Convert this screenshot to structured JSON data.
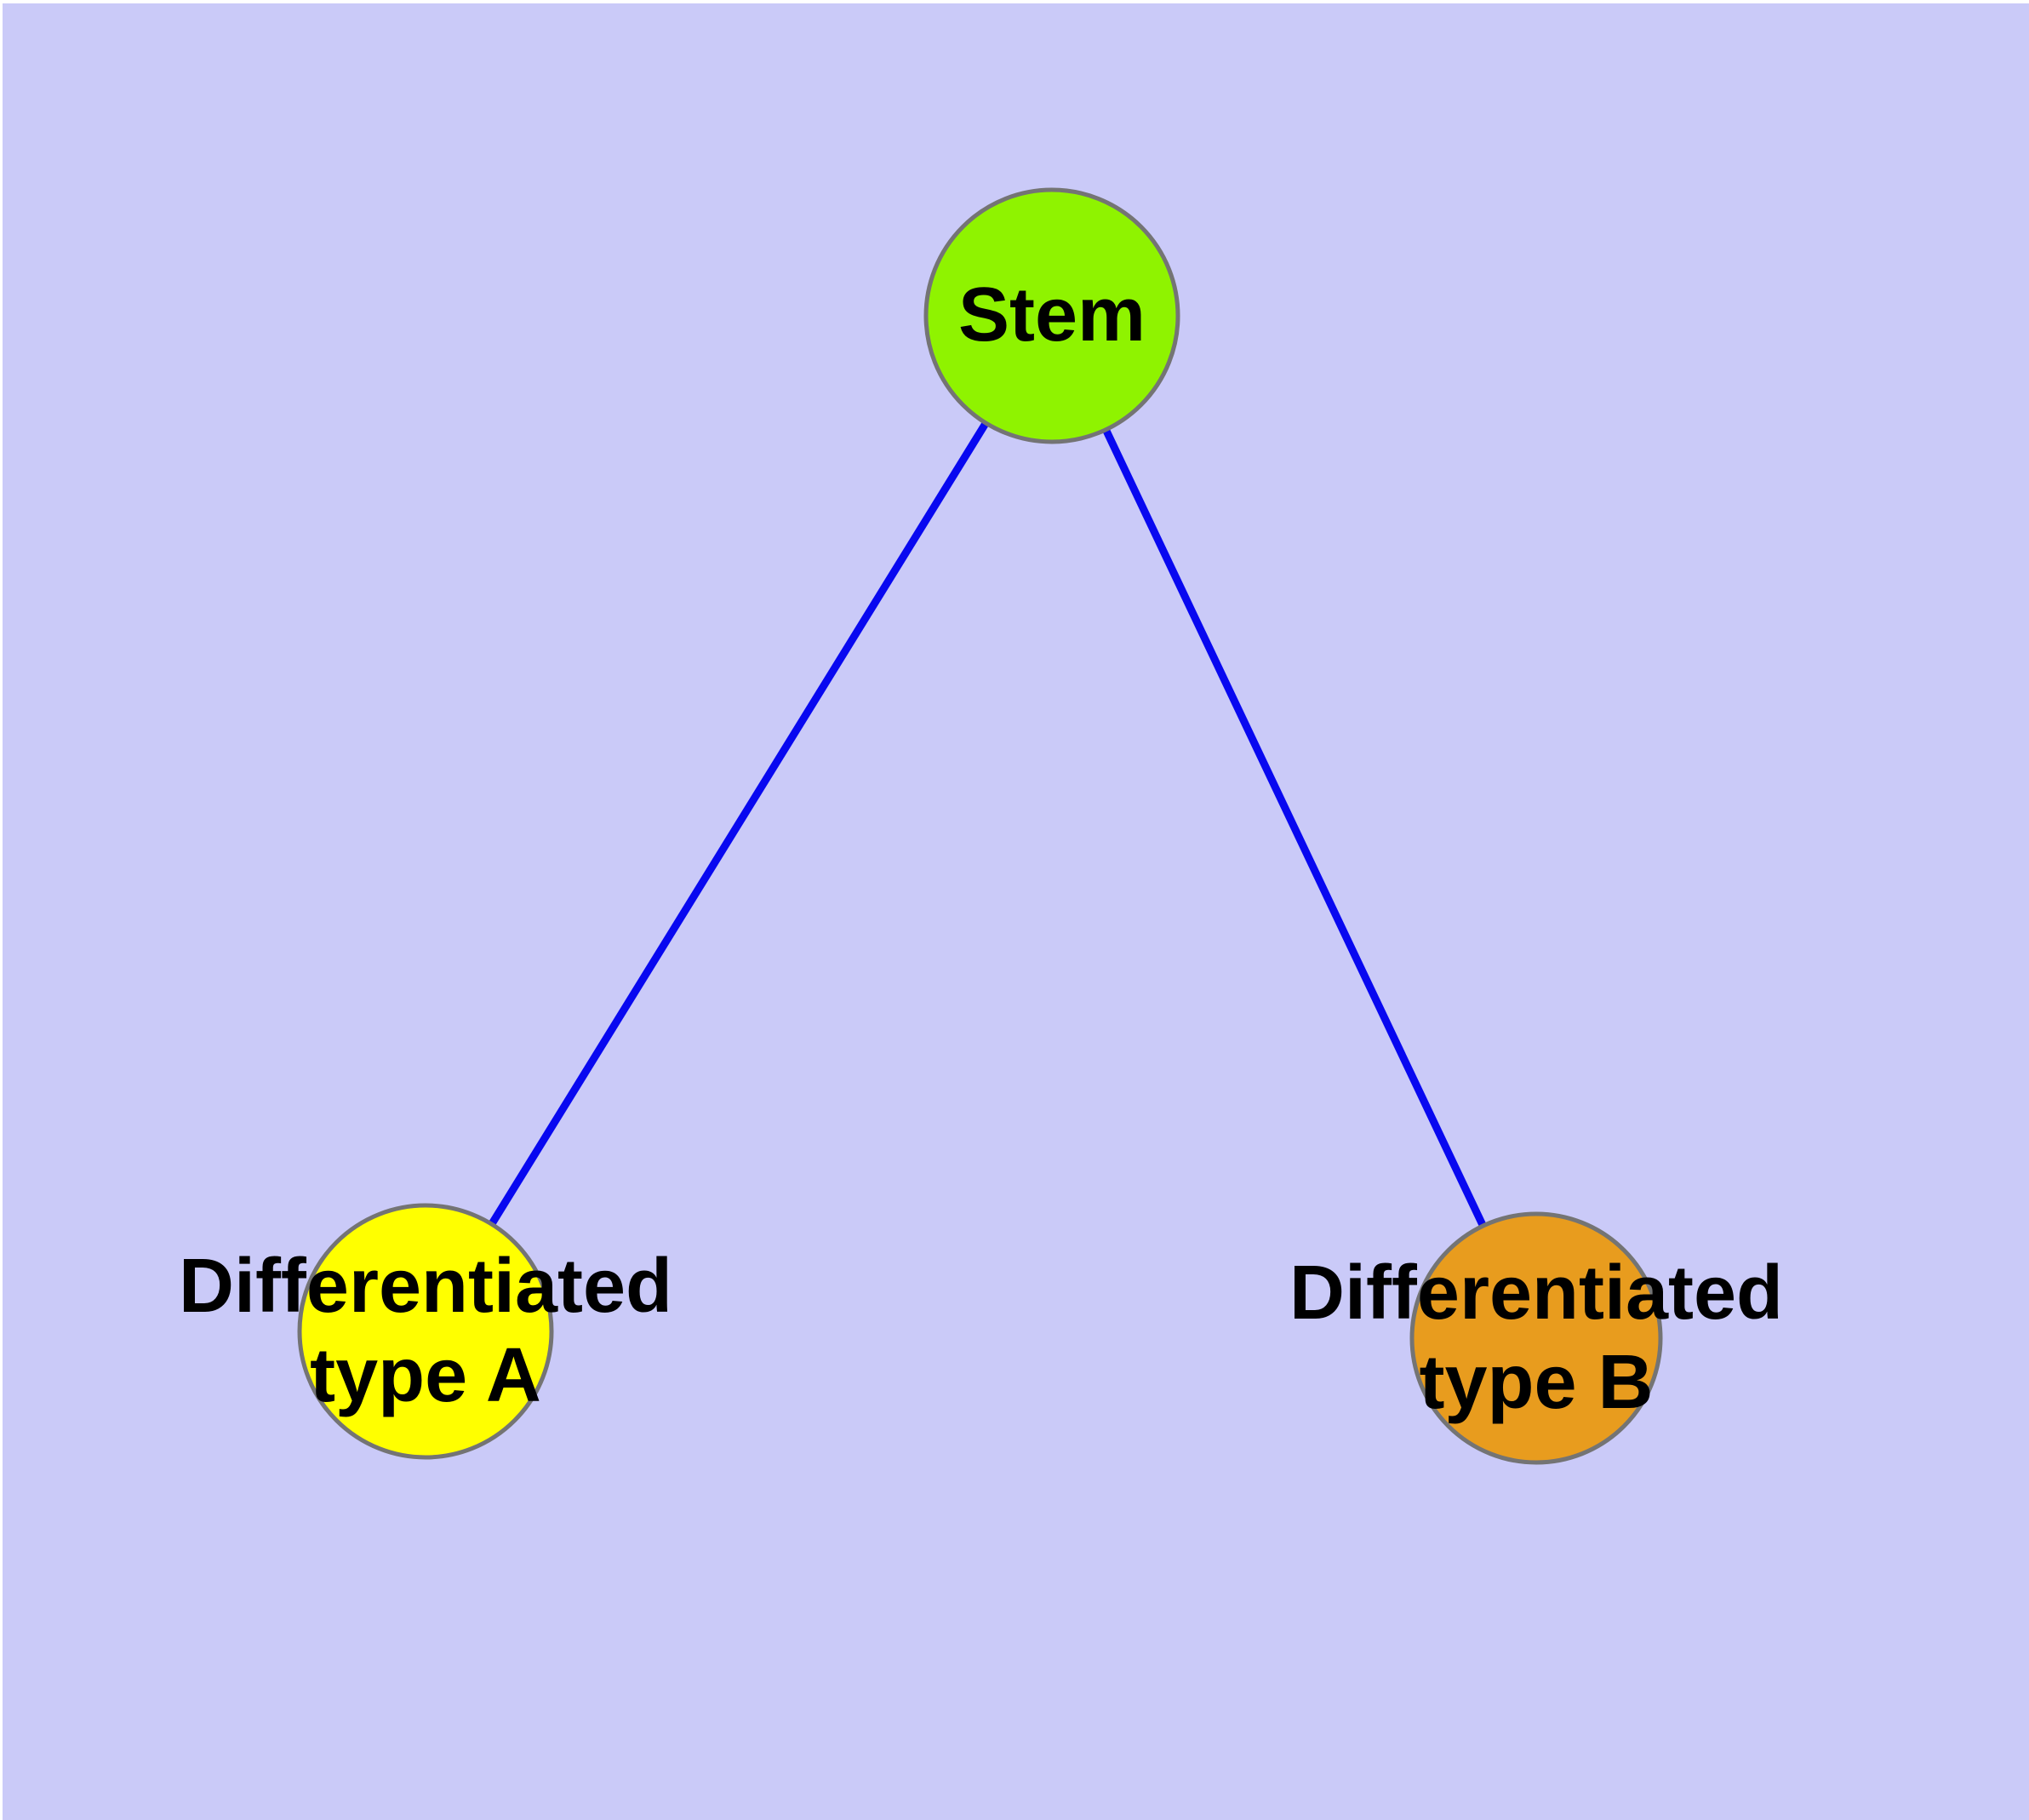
{
  "page": {
    "background": "#ffffff",
    "canvas_background": "#cacaf8"
  },
  "diagram": {
    "edge_color": "#0808f0",
    "node_border_color": "#747474",
    "nodes": [
      {
        "id": "stem",
        "label": "Stem",
        "fill": "#8ff300"
      },
      {
        "id": "differentiated-type-a",
        "label_line1": "Differentiated",
        "label_line2": "type A",
        "fill": "#ffff00"
      },
      {
        "id": "differentiated-type-b",
        "label_line1": "Differentiated",
        "label_line2": "type B",
        "fill": "#e89c1e"
      }
    ],
    "edges": [
      {
        "from": "stem",
        "to": "differentiated-type-a"
      },
      {
        "from": "stem",
        "to": "differentiated-type-b"
      }
    ]
  }
}
